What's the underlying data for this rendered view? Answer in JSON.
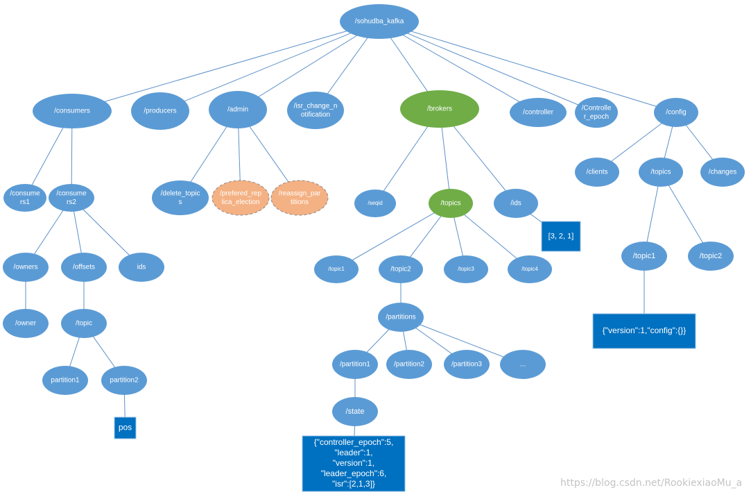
{
  "colors": {
    "node_default": "#5b9bd5",
    "node_highlight": "#70ad47",
    "node_orange": "#f4b183",
    "box_fill": "#0070c0",
    "edge": "#5b8fc9"
  },
  "nodes": [
    {
      "id": "root",
      "lines": [
        "/sohudba_kafka"
      ],
      "style": "default"
    },
    {
      "id": "consumers",
      "lines": [
        "/consumers"
      ],
      "style": "default"
    },
    {
      "id": "producers",
      "lines": [
        "/producers"
      ],
      "style": "default"
    },
    {
      "id": "admin",
      "lines": [
        "/admin"
      ],
      "style": "default"
    },
    {
      "id": "isr_change",
      "lines": [
        "/isr_change_n",
        "otification"
      ],
      "style": "default"
    },
    {
      "id": "brokers",
      "lines": [
        "/brokers"
      ],
      "style": "highlight"
    },
    {
      "id": "controller",
      "lines": [
        "/controller"
      ],
      "style": "default"
    },
    {
      "id": "controller_epoch",
      "lines": [
        "/Controlle",
        "r_epoch"
      ],
      "style": "default"
    },
    {
      "id": "config",
      "lines": [
        "/config"
      ],
      "style": "default"
    },
    {
      "id": "consumers1",
      "lines": [
        "/consume",
        "rs1"
      ],
      "style": "default"
    },
    {
      "id": "consumers2",
      "lines": [
        "/consume",
        "rs2"
      ],
      "style": "default"
    },
    {
      "id": "delete_topics",
      "lines": [
        "/delete_topic",
        "s"
      ],
      "style": "default"
    },
    {
      "id": "prefered",
      "lines": [
        "/prefered_rep",
        "lica_election"
      ],
      "style": "orange"
    },
    {
      "id": "reassign",
      "lines": [
        "/reassign_par",
        "titions"
      ],
      "style": "orange"
    },
    {
      "id": "seqid",
      "lines": [
        "/seqid"
      ],
      "style": "default"
    },
    {
      "id": "b_topics",
      "lines": [
        "/topics"
      ],
      "style": "highlight"
    },
    {
      "id": "ids",
      "lines": [
        "/ids"
      ],
      "style": "default"
    },
    {
      "id": "clients",
      "lines": [
        "/clients"
      ],
      "style": "default"
    },
    {
      "id": "c_topics",
      "lines": [
        "/topics"
      ],
      "style": "default"
    },
    {
      "id": "changes",
      "lines": [
        "/changes"
      ],
      "style": "default"
    },
    {
      "id": "owners",
      "lines": [
        "/owners"
      ],
      "style": "default"
    },
    {
      "id": "offsets",
      "lines": [
        "/offsets"
      ],
      "style": "default"
    },
    {
      "id": "ids2",
      "lines": [
        "ids"
      ],
      "style": "default"
    },
    {
      "id": "owner",
      "lines": [
        "/owner"
      ],
      "style": "default"
    },
    {
      "id": "topic",
      "lines": [
        "/topic"
      ],
      "style": "default"
    },
    {
      "id": "partition1a",
      "lines": [
        "partition1"
      ],
      "style": "default"
    },
    {
      "id": "partition2a",
      "lines": [
        "partition2"
      ],
      "style": "default"
    },
    {
      "id": "topic1",
      "lines": [
        "/topic1"
      ],
      "style": "default"
    },
    {
      "id": "topic2",
      "lines": [
        "/topic2"
      ],
      "style": "default"
    },
    {
      "id": "topic3",
      "lines": [
        "/topic3"
      ],
      "style": "default"
    },
    {
      "id": "topic4",
      "lines": [
        "/topic4"
      ],
      "style": "default"
    },
    {
      "id": "partitions",
      "lines": [
        "/partitions"
      ],
      "style": "default"
    },
    {
      "id": "bp1",
      "lines": [
        "/partition1"
      ],
      "style": "default"
    },
    {
      "id": "bp2",
      "lines": [
        "/partition2"
      ],
      "style": "default"
    },
    {
      "id": "bp3",
      "lines": [
        "/partition3"
      ],
      "style": "default"
    },
    {
      "id": "bpmore",
      "lines": [
        "..."
      ],
      "style": "default"
    },
    {
      "id": "state",
      "lines": [
        "/state"
      ],
      "style": "default"
    },
    {
      "id": "ctopic1",
      "lines": [
        "/topic1"
      ],
      "style": "default"
    },
    {
      "id": "ctopic2",
      "lines": [
        "/topic2"
      ],
      "style": "default"
    }
  ],
  "boxes": [
    {
      "id": "ids_value",
      "lines": [
        "[3, 2, 1]"
      ]
    },
    {
      "id": "topic_config_value",
      "lines": [
        "{\"version\":1,\"config\":{}}"
      ]
    },
    {
      "id": "pos_value",
      "lines": [
        "pos"
      ]
    },
    {
      "id": "state_value",
      "lines": [
        "{\"controller_epoch\":5,",
        "\"leader\":1,",
        "\"version\":1,",
        "\"leader_epoch\":6,",
        "\"isr\":[2,1,3]}"
      ]
    }
  ],
  "edges": [
    [
      "root",
      "consumers"
    ],
    [
      "root",
      "producers"
    ],
    [
      "root",
      "admin"
    ],
    [
      "root",
      "isr_change"
    ],
    [
      "root",
      "brokers"
    ],
    [
      "root",
      "controller"
    ],
    [
      "root",
      "controller_epoch"
    ],
    [
      "root",
      "config"
    ],
    [
      "consumers",
      "consumers1"
    ],
    [
      "consumers",
      "consumers2"
    ],
    [
      "admin",
      "delete_topics"
    ],
    [
      "admin",
      "prefered"
    ],
    [
      "admin",
      "reassign"
    ],
    [
      "brokers",
      "seqid"
    ],
    [
      "brokers",
      "b_topics"
    ],
    [
      "brokers",
      "ids"
    ],
    [
      "config",
      "clients"
    ],
    [
      "config",
      "c_topics"
    ],
    [
      "config",
      "changes"
    ],
    [
      "consumers2",
      "owners"
    ],
    [
      "consumers2",
      "offsets"
    ],
    [
      "consumers2",
      "ids2"
    ],
    [
      "owners",
      "owner"
    ],
    [
      "offsets",
      "topic"
    ],
    [
      "topic",
      "partition1a"
    ],
    [
      "topic",
      "partition2a"
    ],
    [
      "partition2a",
      "pos_value"
    ],
    [
      "b_topics",
      "topic1"
    ],
    [
      "b_topics",
      "topic2"
    ],
    [
      "b_topics",
      "topic3"
    ],
    [
      "b_topics",
      "topic4"
    ],
    [
      "ids",
      "ids_value"
    ],
    [
      "topic2",
      "partitions"
    ],
    [
      "partitions",
      "bp1"
    ],
    [
      "partitions",
      "bp2"
    ],
    [
      "partitions",
      "bp3"
    ],
    [
      "partitions",
      "bpmore"
    ],
    [
      "bp1",
      "state"
    ],
    [
      "state",
      "state_value"
    ],
    [
      "c_topics",
      "ctopic1"
    ],
    [
      "c_topics",
      "ctopic2"
    ],
    [
      "ctopic1",
      "topic_config_value"
    ]
  ],
  "watermark": "https://blog.csdn.net/RookiexiaoMu_a"
}
